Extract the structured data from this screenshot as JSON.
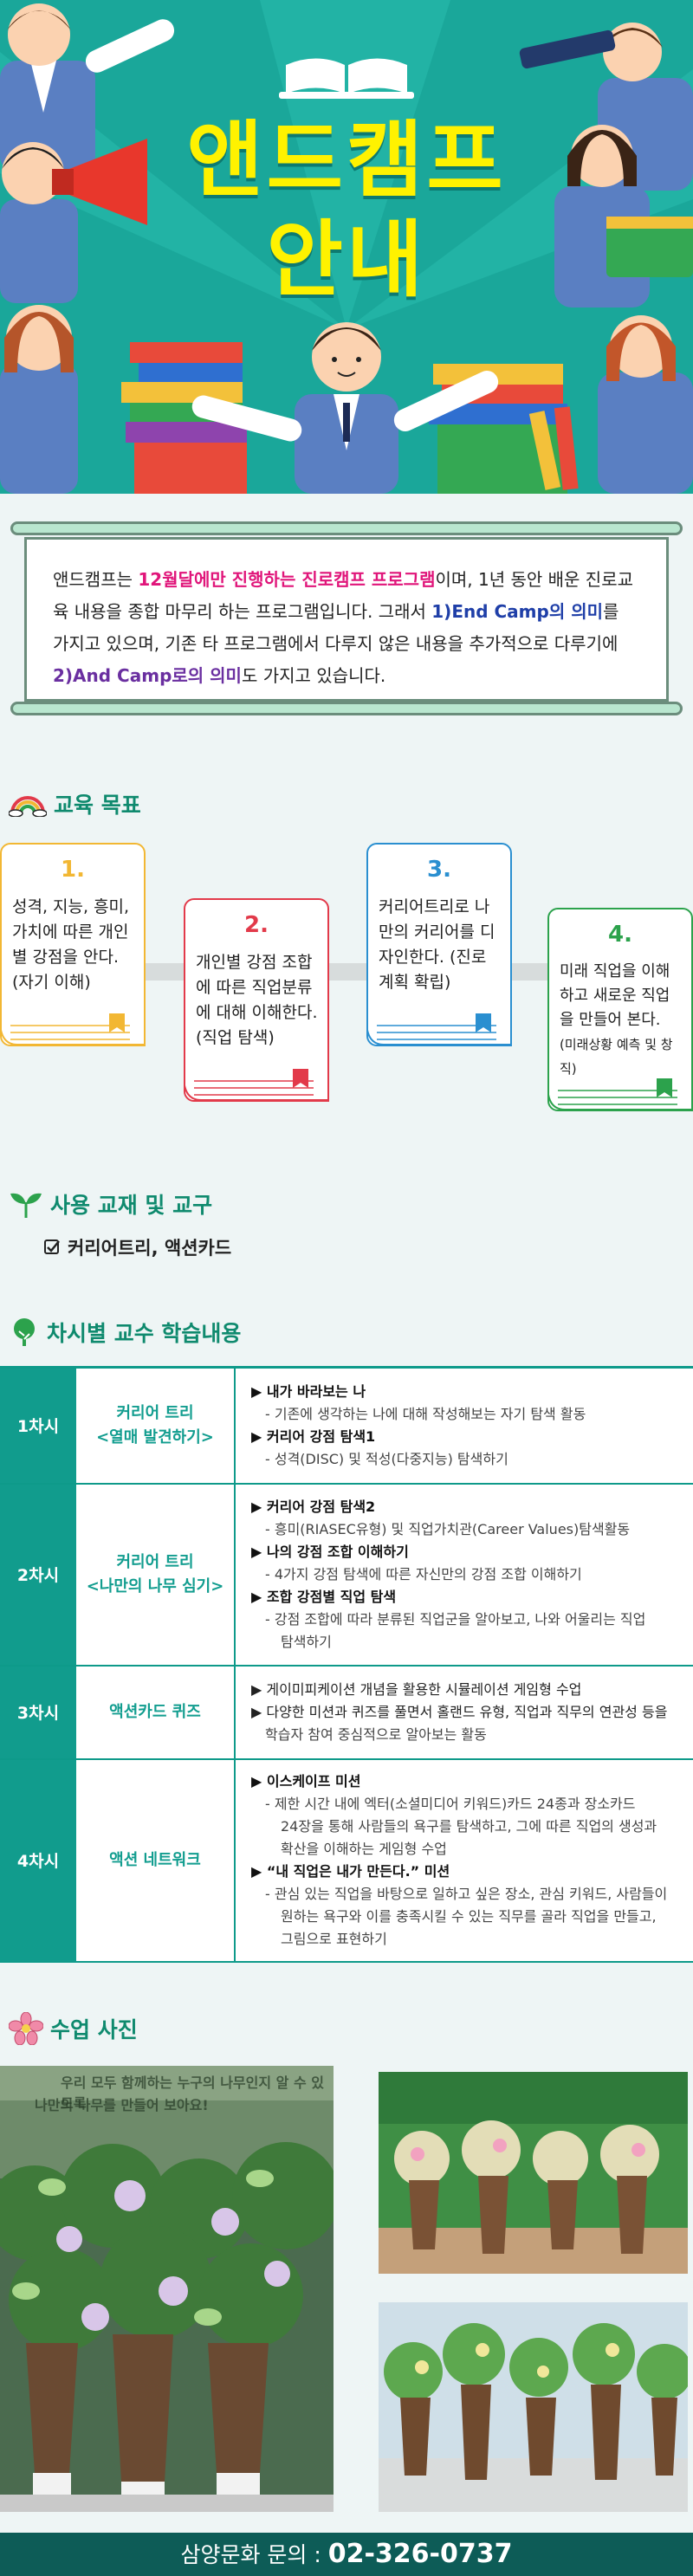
{
  "hero": {
    "title_line1": "앤드캠프",
    "title_line2": "안내"
  },
  "intro": {
    "p1": "앤드캠프는 ",
    "h1": "12월달에만 진행하는 진로캠프 프로그램",
    "p2": "이며, 1년 동안 배운 진로교육 내용을 종합 마무리 하는 프로그램입니다. 그래서 ",
    "h2": "1)End Camp의 의미",
    "p3": "를 가지고 있으며, 기존 타 프로그램에서 다루지 않은 내용을 추가적으로 다루기에 ",
    "h3": "2)And Camp로의 의미",
    "p4": "도 가지고 있습니다."
  },
  "goals": {
    "title": "교육 목표",
    "items": [
      {
        "num": "1.",
        "text": "성격, 지능, 흥미, 가치에 따른 개인별 강점을 안다.(자기 이해)"
      },
      {
        "num": "2.",
        "text": "개인별 강점 조합에 따른 직업분류에 대해 이해한다. (직업 탐색)"
      },
      {
        "num": "3.",
        "text": "커리어트리로 나만의 커리어를 디자인한다. (진로 계획 확립)"
      },
      {
        "num": "4.",
        "text": "미래 직업을 이해하고 새로운 직업을 만들어 본다.",
        "note": "(미래상황 예측 및 창직)"
      }
    ],
    "colors": [
      "#f2b733",
      "#e23a4a",
      "#2a8fd0",
      "#2ca24c"
    ]
  },
  "materials": {
    "title": "사용 교재 및 교구",
    "item": "커리어트리, 액션카드"
  },
  "curriculum": {
    "title": "차시별 교수 학습내용",
    "rows": [
      {
        "session": "1차시",
        "name1": "커리어 트리",
        "name2": "<열매 발견하기>",
        "lines": [
          {
            "t": "h",
            "v": "▶ 내가 바라보는 나"
          },
          {
            "t": "s",
            "v": "- 기존에 생각하는 나에 대해 작성해보는 자기 탐색 활동"
          },
          {
            "t": "h",
            "v": "▶ 커리어 강점 탐색1"
          },
          {
            "t": "s",
            "v": "- 성격(DISC) 및 적성(다중지능) 탐색하기"
          }
        ]
      },
      {
        "session": "2차시",
        "name1": "커리어 트리",
        "name2": "<나만의 나무 심기>",
        "lines": [
          {
            "t": "h",
            "v": "▶ 커리어 강점 탐색2"
          },
          {
            "t": "s",
            "v": "- 흥미(RIASEC유형) 및 직업가치관(Career Values)탐색활동"
          },
          {
            "t": "h",
            "v": "▶ 나의 강점 조합 이해하기"
          },
          {
            "t": "s",
            "v": "- 4가지 강점 탐색에 따른 자신만의 강점 조합 이해하기"
          },
          {
            "t": "h",
            "v": "▶ 조합 강점별 직업 탐색"
          },
          {
            "t": "s",
            "v": "- 강점 조합에 따라 분류된 직업군을 알아보고, 나와 어울리는 직업"
          },
          {
            "t": "s2",
            "v": "탐색하기"
          }
        ]
      },
      {
        "session": "3차시",
        "name1": "액션카드 퀴즈",
        "name2": "",
        "lines": [
          {
            "t": "p",
            "v": "▶ 게이미피케이션 개념을 활용한 시뮬레이션 게임형 수업"
          },
          {
            "t": "p",
            "v": "▶ 다양한 미션과 퀴즈를 풀면서 홀랜드 유형, 직업과 직무의 연관성 등을"
          },
          {
            "t": "s",
            "v": "학습자 참여 중심적으로 알아보는 활동"
          }
        ]
      },
      {
        "session": "4차시",
        "name1": "액션 네트워크",
        "name2": "",
        "lines": [
          {
            "t": "h",
            "v": "▶ 이스케이프 미션"
          },
          {
            "t": "s",
            "v": "- 제한 시간 내에 엑터(소셜미디어 키워드)카드 24종과 장소카드"
          },
          {
            "t": "s2",
            "v": "24장을 통해 사람들의 욕구를 탐색하고, 그에 따른 직업의 생성과"
          },
          {
            "t": "s2",
            "v": "확산을 이해하는 게임형 수업"
          },
          {
            "t": "h",
            "v": "▶ “내 직업은 내가 만든다.” 미션"
          },
          {
            "t": "s",
            "v": "- 관심 있는 직업을 바탕으로 일하고 싶은 장소, 관심 키워드, 사람들이"
          },
          {
            "t": "s2",
            "v": "원하는 욕구와 이를 충족시킬 수 있는 직무를 골라 직업을 만들고,"
          },
          {
            "t": "s2",
            "v": "그림으로 표현하기"
          }
        ]
      }
    ]
  },
  "photos": {
    "title": "수업 사진",
    "caption_top": "우리 모두 함께하는 누구의 나무인지 알 수 있도록",
    "caption_bottom": "나만의 나무를 만들어 보아요!"
  },
  "footer": {
    "label": "삼양문화 문의 : ",
    "phone": "02-326-0737"
  }
}
